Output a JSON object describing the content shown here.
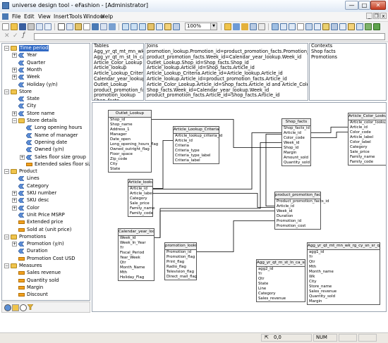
{
  "window": {
    "title": "universe design tool - eFashion - [Administrator]",
    "min_label": "—",
    "max_label": "□",
    "close_label": "✕"
  },
  "menu": {
    "items": [
      "File",
      "Edit",
      "View",
      "Insert",
      "Tools",
      "Window",
      "Help"
    ],
    "mdi_min": "_",
    "mdi_restore": "❐",
    "mdi_close": "x"
  },
  "toolbar": {
    "zoom": "100%"
  },
  "tree": {
    "rows": [
      {
        "label": "Time period",
        "icon": "folder-icon",
        "level": 0,
        "exp": "−",
        "selected": true
      },
      {
        "label": "Year",
        "icon": "dimension-icon",
        "level": 1,
        "exp": "+"
      },
      {
        "label": "Quarter",
        "icon": "dimension-icon",
        "level": 1,
        "exp": ""
      },
      {
        "label": "Month",
        "icon": "dimension-icon",
        "level": 1,
        "exp": "+"
      },
      {
        "label": "Week",
        "icon": "dimension-icon",
        "level": 1,
        "exp": "+"
      },
      {
        "label": "Holiday (y/n)",
        "icon": "dimension-icon",
        "level": 1,
        "exp": ""
      },
      {
        "label": "Store",
        "icon": "folder-icon",
        "level": 0,
        "exp": "−"
      },
      {
        "label": "State",
        "icon": "dimension-icon",
        "level": 1,
        "exp": ""
      },
      {
        "label": "City",
        "icon": "dimension-icon",
        "level": 1,
        "exp": ""
      },
      {
        "label": "Store name",
        "icon": "dimension-icon",
        "level": 1,
        "exp": "+"
      },
      {
        "label": "Store details",
        "icon": "folder-icon",
        "level": 1,
        "exp": "−"
      },
      {
        "label": "Long opening hours",
        "icon": "dimension-icon",
        "level": 2,
        "exp": ""
      },
      {
        "label": "Name of manager",
        "icon": "dimension-icon",
        "level": 2,
        "exp": ""
      },
      {
        "label": "Opening date",
        "icon": "dimension-icon",
        "level": 2,
        "exp": ""
      },
      {
        "label": "Owned (y/n)",
        "icon": "dimension-icon",
        "level": 2,
        "exp": ""
      },
      {
        "label": "Sales floor size group",
        "icon": "dimension-icon",
        "level": 2,
        "exp": "+"
      },
      {
        "label": "Extended sales floor size",
        "icon": "measure-icon",
        "level": 2,
        "exp": ""
      },
      {
        "label": "Product",
        "icon": "folder-icon",
        "level": 0,
        "exp": "−"
      },
      {
        "label": "Lines",
        "icon": "dimension-icon",
        "level": 1,
        "exp": ""
      },
      {
        "label": "Category",
        "icon": "dimension-icon",
        "level": 1,
        "exp": ""
      },
      {
        "label": "SKU number",
        "icon": "dimension-icon",
        "level": 1,
        "exp": "+"
      },
      {
        "label": "SKU desc",
        "icon": "dimension-icon",
        "level": 1,
        "exp": "+"
      },
      {
        "label": "Color",
        "icon": "dimension-icon",
        "level": 1,
        "exp": "+"
      },
      {
        "label": "Unit Price MSRP",
        "icon": "dimension-icon",
        "level": 1,
        "exp": ""
      },
      {
        "label": "Extended price",
        "icon": "measure-icon",
        "level": 1,
        "exp": ""
      },
      {
        "label": "Sold at (unit price)",
        "icon": "measure-icon",
        "level": 1,
        "exp": ""
      },
      {
        "label": "Promotions",
        "icon": "folder-icon",
        "level": 0,
        "exp": "−"
      },
      {
        "label": "Promotion (y/n)",
        "icon": "dimension-icon",
        "level": 1,
        "exp": "+"
      },
      {
        "label": "Duration",
        "icon": "dimension-icon",
        "level": 1,
        "exp": ""
      },
      {
        "label": "Promotion Cost USD",
        "icon": "measure-icon",
        "level": 1,
        "exp": ""
      },
      {
        "label": "Measures",
        "icon": "folder-icon",
        "level": 0,
        "exp": "−"
      },
      {
        "label": "Sales revenue",
        "icon": "measure-icon",
        "level": 1,
        "exp": ""
      },
      {
        "label": "Quantity sold",
        "icon": "measure-icon",
        "level": 1,
        "exp": ""
      },
      {
        "label": "Margin",
        "icon": "measure-icon",
        "level": 1,
        "exp": ""
      },
      {
        "label": "Discount",
        "icon": "measure-icon",
        "level": 1,
        "exp": ""
      }
    ]
  },
  "tables_pane": {
    "header": "Tables",
    "items": [
      "Agg_yr_qt_mt_mn_wk_rg",
      "Agg_yr_qt_rn_st_ln_ca_s",
      "Article_Color_Lookup",
      "Article_lookup",
      "Article_Lookup_Criteria",
      "Calendar_year_lookup",
      "Outlet_Lookup",
      "product_promotion_facts",
      "promotion_lookup",
      "Shop_facts"
    ]
  },
  "joins_pane": {
    "header": "Joins",
    "items": [
      "promotion_lookup.Promotion_id=product_promotion_facts.Promotion_id",
      "product_promotion_facts.Week_id=Calendar_year_lookup.Week_id",
      "Outlet_Lookup.Shop_id=Shop_facts.Shop_id",
      "Article_lookup.Article_id=Shop_facts.Article_id",
      "Article_Lookup_Criteria.Article_id=Article_lookup.Article_id",
      "Article_lookup.Article_id=product_promotion_facts.Article_id",
      "Article_Color_Lookup.Article_id=Shop_facts.Article_id and Article_Color_Lookup.Color",
      "Shop_facts.Week_id=Calendar_year_lookup.Week_id",
      "product_promotion_facts.Article_id=Shop_facts.Article_id"
    ]
  },
  "contexts_pane": {
    "header": "Contexts",
    "items": [
      "Shop facts",
      "Promotions"
    ]
  },
  "schema": {
    "tables": [
      {
        "name": "Outlet_Lookup",
        "cols": [
          "Shop_id",
          "Shop_name",
          "Address_1",
          "Manager",
          "Date_open",
          "Long_opening_hours_flag",
          "Owned_outright_flag",
          "Floor_space",
          "Zip_code",
          "City",
          "State"
        ]
      },
      {
        "name": "Article_Lookup_Criteria",
        "cols": [
          "Article_lookup_criteria_id",
          "Article_id",
          "Criteria",
          "Criteria_type",
          "Criteria_type_label",
          "Criteria_label"
        ]
      },
      {
        "name": "Shop_facts",
        "cols": [
          "Shop_facts_id",
          "Article_id",
          "Color_code",
          "Week_id",
          "Shop_id",
          "Margin",
          "Amount_sold",
          "Quantity_sold"
        ]
      },
      {
        "name": "Article_Color_Lookup",
        "cols": [
          "Article_color_lookup_id",
          "Article_id",
          "Color_code",
          "Article_label",
          "Color_label",
          "Category",
          "Sale_price",
          "Family_name",
          "Family_code"
        ]
      },
      {
        "name": "Article_lookup",
        "cols": [
          "Article_id",
          "Article_label",
          "Category",
          "Sale_price",
          "Family_name",
          "Family_code"
        ]
      },
      {
        "name": "product_promotion_facts",
        "cols": [
          "Product_promotion_facts_id",
          "Article_id",
          "Week_id",
          "Duration",
          "Promotion_id",
          "Promotion_cost"
        ]
      },
      {
        "name": "Calendar_year_lookup",
        "cols": [
          "Week_id",
          "Week_In_Year",
          "Yr",
          "Fiscal_Period",
          "Year_Week",
          "Qtr",
          "Month_Name",
          "Mth",
          "Holiday_Flag"
        ]
      },
      {
        "name": "promotion_lookup",
        "cols": [
          "Promotion_id",
          "Promotion_flag",
          "Print_flag",
          "Radio_flag",
          "Television_flag",
          "Direct_mail_flag"
        ]
      },
      {
        "name": "Agg_yr_qt_rn_st_ln_ca_sr",
        "cols": [
          "agg2_id",
          "Yr",
          "Qtr",
          "State",
          "Line",
          "Category",
          "Sales_revenue"
        ]
      },
      {
        "name": "Agg_yr_qt_mt_mn_wk_rg_cy_sn_sr_qt_ma",
        "cols": [
          "agg1_id",
          "Yr",
          "Qtr",
          "Mth",
          "Month_name",
          "Wk",
          "City",
          "Store_name",
          "Sales_revenue",
          "Quantity_sold",
          "Margin"
        ]
      }
    ]
  },
  "status": {
    "coords": "0,0",
    "num": "NUM"
  },
  "colors": {
    "title_bar": "#dfe9f5",
    "close_button": "#c43d22",
    "folder": "#f0c44c",
    "measure": "#f0a020",
    "selection": "#316ac5"
  }
}
